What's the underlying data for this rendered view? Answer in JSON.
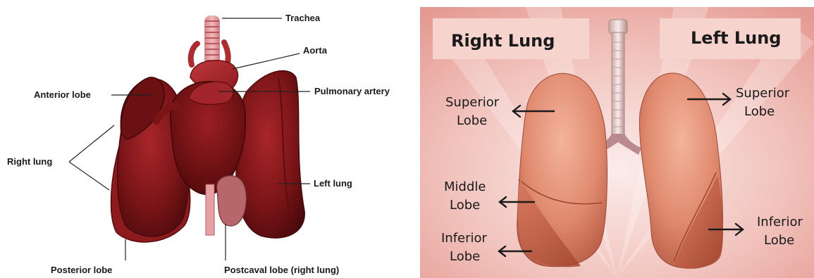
{
  "left_diagram": {
    "labels": {
      "trachea": "Trachea",
      "aorta": "Aorta",
      "anterior_lobe": "Anterior lobe",
      "pulmonary_artery": "Pulmonary artery",
      "right_lung": "Right lung",
      "left_lung": "Left lung",
      "posterior_lobe": "Posterior lobe",
      "postcaval_lobe": "Postcaval lobe (right lung)"
    }
  },
  "right_diagram": {
    "headings": {
      "right_lung": "Right Lung",
      "left_lung": "Left Lung"
    },
    "right_lobes": {
      "superior": [
        "Superior",
        "Lobe"
      ],
      "middle": [
        "Middle",
        "Lobe"
      ],
      "inferior": [
        "Inferior",
        "Lobe"
      ]
    },
    "left_lobes": {
      "superior": [
        "Superior",
        "Lobe"
      ],
      "inferior": [
        "Inferior",
        "Lobe"
      ]
    }
  }
}
